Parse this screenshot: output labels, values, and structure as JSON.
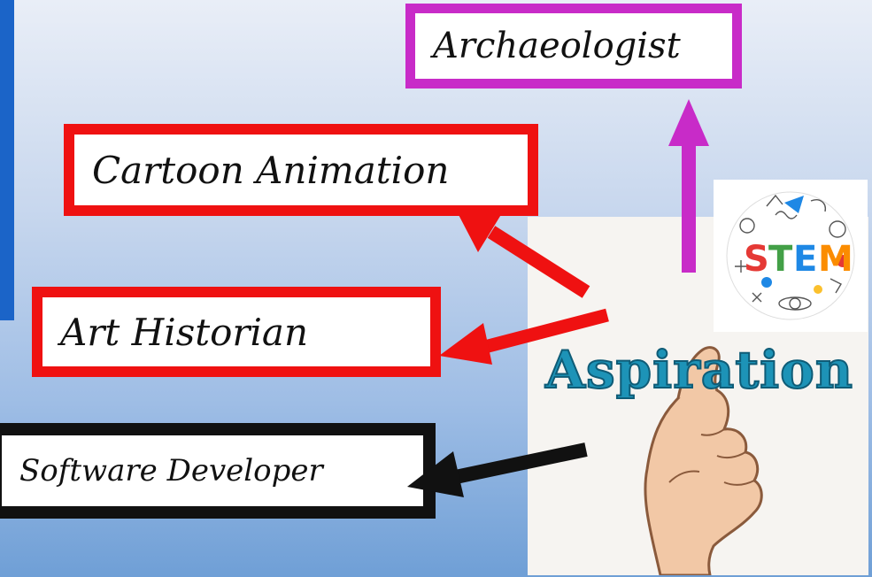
{
  "boxes": {
    "archaeologist": "Archaeologist",
    "cartoon_animation": "Cartoon Animation",
    "art_historian": "Art Historian",
    "software_developer": "Software Developer"
  },
  "image": {
    "aspiration_word": "Aspiration",
    "stem_letters": [
      "S",
      "T",
      "E",
      "M"
    ]
  },
  "colors": {
    "archaeologist": "#c82bc8",
    "cartoon_animation": "#ef1111",
    "art_historian": "#ef1111",
    "software_developer": "#111111",
    "stem_S": "#e53935",
    "stem_T": "#43a047",
    "stem_E": "#1e88e5",
    "stem_M": "#fb8c00"
  }
}
